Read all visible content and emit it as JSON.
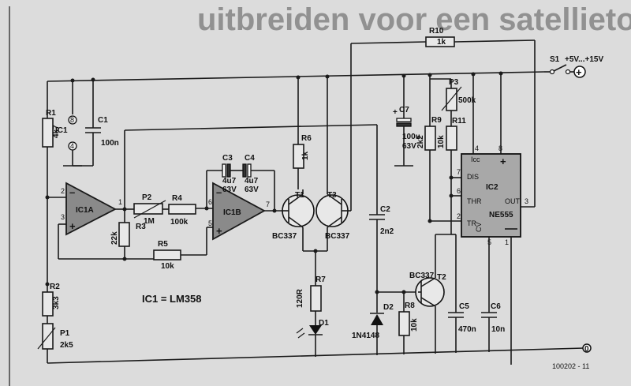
{
  "background_title": "uitbreiden voor een satellietont",
  "figure_id": "100202 - 11",
  "ic1_note": "IC1 = LM358",
  "supply": {
    "switch": "S1",
    "voltage": "+5V...+15V",
    "ground": "0"
  },
  "components": {
    "r1": [
      "R1",
      "4k7"
    ],
    "r2": [
      "R2",
      "3k3"
    ],
    "p1": [
      "P1",
      "2k5"
    ],
    "ic1": "IC1",
    "c1": [
      "C1",
      "100n"
    ],
    "ic1a": "IC1A",
    "ic1b": "IC1B",
    "p2": [
      "P2",
      "1M"
    ],
    "r3": [
      "R3",
      "22k"
    ],
    "r4": [
      "R4",
      "100k"
    ],
    "r5": [
      "R5",
      "10k"
    ],
    "c3": [
      "C3",
      "4u7",
      "63V"
    ],
    "c4": [
      "C4",
      "4u7",
      "63V"
    ],
    "r6": [
      "R6",
      "1k"
    ],
    "t1": [
      "T1",
      "BC337"
    ],
    "t3": [
      "T3",
      "BC337"
    ],
    "r7": [
      "R7",
      "120R"
    ],
    "d1": "D1",
    "c2": [
      "C2",
      "2n2"
    ],
    "d2": [
      "D2",
      "1N4148"
    ],
    "r8": [
      "R8",
      "10k"
    ],
    "t2": [
      "T2",
      "BC337"
    ],
    "r10": [
      "R10",
      "1k"
    ],
    "c7": [
      "C7",
      "100u",
      "63V"
    ],
    "r9": [
      "R9",
      "2k2"
    ],
    "p3": [
      "P3",
      "500k"
    ],
    "r11": [
      "R11",
      "10k"
    ],
    "ic2": [
      "IC2",
      "NE555"
    ],
    "c5": [
      "C5",
      "470n"
    ],
    "c6": [
      "C6",
      "10n"
    ]
  },
  "ic2_pins": {
    "dis": "DIS",
    "thr": "THR",
    "tr": "TR",
    "out": "OUT",
    "cv": "CV",
    "icc": "Iᴄᴄ"
  },
  "pins": {
    "p1": "1",
    "p2": "2",
    "p3": "3",
    "p4": "4",
    "p5": "5",
    "p6": "6",
    "p7": "7",
    "p8": "8"
  },
  "opamp_signs": {
    "minus": "–",
    "plus": "+"
  }
}
